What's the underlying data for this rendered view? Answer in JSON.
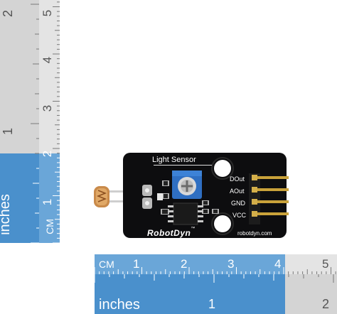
{
  "board": {
    "title": "Light Sensor",
    "brand": "RobotDyn",
    "trademark": "™",
    "website": "robotdyn.com",
    "pins": [
      "DOut",
      "AOut",
      "GND",
      "VCC"
    ],
    "colors": {
      "pcb": "#0d0d0f",
      "potentiometer": "#2f6fc2",
      "pin_gold": "#c9a23a",
      "led": "#e8e8e8"
    }
  },
  "vertical_ruler": {
    "inches_label": "inches",
    "inch_numbers": [
      "2",
      "1"
    ],
    "cm_label": "CM",
    "cm_numbers": [
      "5",
      "4",
      "3",
      "2",
      "1"
    ],
    "colors": {
      "inch_blue": "#4a90cc",
      "cm_blue": "#6aa6d8",
      "grey": "#cfcfcf",
      "light_grey": "#e6e6e6"
    }
  },
  "horizontal_ruler": {
    "cm_label": "CM",
    "cm_numbers": [
      "1",
      "2",
      "3",
      "4",
      "5"
    ],
    "inches_label": "inches",
    "inch_numbers": [
      "1",
      "2"
    ],
    "colors": {
      "cm_blue": "#6aa6d8",
      "inch_blue": "#4a90cc",
      "grey": "#cfcfcf"
    }
  }
}
